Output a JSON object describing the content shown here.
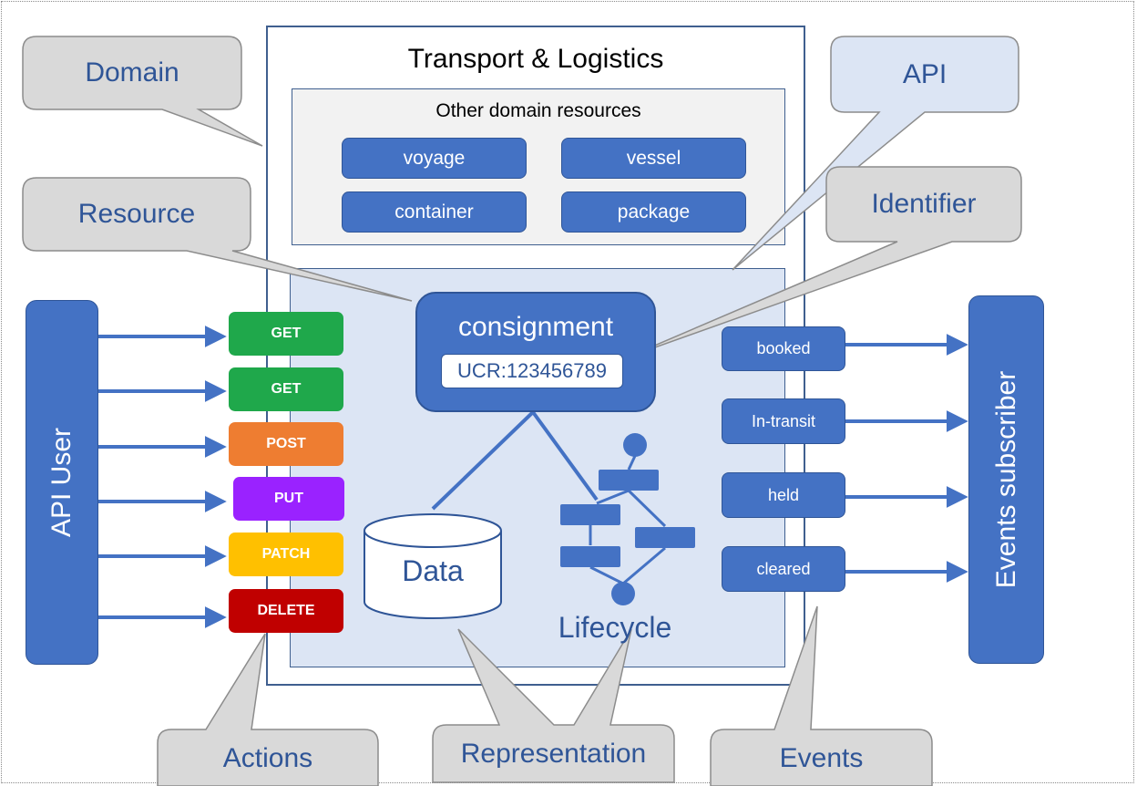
{
  "colors": {
    "primary": "#4472c4",
    "primary_dark": "#2f5597",
    "api_panel": "#dce5f4",
    "callout_fill": "#d9d9d9",
    "get": "#1fa84b",
    "post": "#ee7d31",
    "put": "#9a22ff",
    "patch": "#ffc000",
    "delete": "#c00000"
  },
  "domain": {
    "title": "Transport & Logistics",
    "other_resources": {
      "title": "Other domain resources",
      "items": [
        "voyage",
        "vessel",
        "container",
        "package"
      ]
    }
  },
  "resource": {
    "name": "consignment",
    "identifier": "UCR:123456789"
  },
  "representation": {
    "data_label": "Data",
    "lifecycle_label": "Lifecycle"
  },
  "actors": {
    "api_user": "API User",
    "events_subscriber": "Events subscriber"
  },
  "actions": [
    {
      "label": "GET",
      "color": "#1fa84b"
    },
    {
      "label": "GET",
      "color": "#1fa84b"
    },
    {
      "label": "POST",
      "color": "#ee7d31"
    },
    {
      "label": "PUT",
      "color": "#9a22ff"
    },
    {
      "label": "PATCH",
      "color": "#ffc000"
    },
    {
      "label": "DELETE",
      "color": "#c00000"
    }
  ],
  "events": [
    "booked",
    "In-transit",
    "held",
    "cleared"
  ],
  "callouts": {
    "domain": "Domain",
    "resource": "Resource",
    "api": "API",
    "identifier": "Identifier",
    "actions": "Actions",
    "representation": "Representation",
    "events": "Events"
  }
}
